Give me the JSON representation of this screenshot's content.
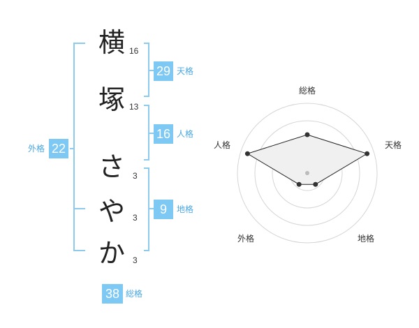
{
  "name_chars": [
    {
      "char": "横",
      "strokes": "16"
    },
    {
      "char": "塚",
      "strokes": "13"
    },
    {
      "char": "さ",
      "strokes": "3"
    },
    {
      "char": "や",
      "strokes": "3"
    },
    {
      "char": "か",
      "strokes": "3"
    }
  ],
  "kaku": {
    "tenkaku": {
      "value": "29",
      "label": "天格"
    },
    "jinkaku": {
      "value": "16",
      "label": "人格"
    },
    "chikaku": {
      "value": "9",
      "label": "地格"
    },
    "gaikaku": {
      "value": "22",
      "label": "外格"
    },
    "soukaku": {
      "value": "38",
      "label": "総格"
    }
  },
  "colors": {
    "bracket": "#8ccbee",
    "badge": "#7ec9f3",
    "badge_label": "#4aa8e0"
  },
  "chart_data": {
    "type": "radar",
    "axes": [
      "総格",
      "天格",
      "地格",
      "外格",
      "人格"
    ],
    "values": [
      0.55,
      0.9,
      0.2,
      0.2,
      0.9
    ],
    "range": [
      0,
      1
    ],
    "rings": 4,
    "title": "",
    "fill": "#f0f0f0",
    "line_color": "#222222",
    "grid_color": "#d5d5d5"
  }
}
